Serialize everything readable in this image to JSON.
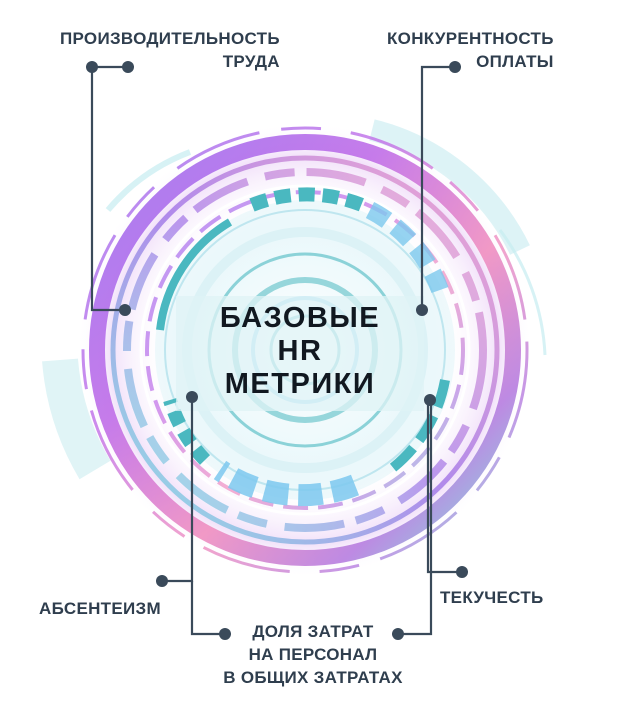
{
  "title": {
    "line1": "БАЗОВЫЕ",
    "line2": "HR",
    "line3": "МЕТРИКИ"
  },
  "metrics": {
    "productivity": {
      "line1": "ПРОИЗВОДИТЕЛЬНОСТЬ",
      "line2": "ТРУДА"
    },
    "pay_competitiveness": {
      "line1": "КОНКУРЕНТНОСТЬ",
      "line2": "ОПЛАТЫ"
    },
    "absenteeism": {
      "line1": "АБСЕНТЕИЗМ"
    },
    "turnover": {
      "line1": "ТЕКУЧЕСТЬ"
    },
    "personnel_cost_share": {
      "line1": "ДОЛЯ ЗАТРАТ",
      "line2": "НА ПЕРСОНАЛ",
      "line3": "В ОБЩИХ ЗАТРАТАХ"
    }
  },
  "colors": {
    "connector": "#3a4a5a",
    "ring_purple": "#a86de6",
    "ring_pink": "#f08fc0",
    "ring_teal": "#6fe0d8",
    "inner_teal": "#4ab8c0",
    "inner_blue": "#7cc8ee"
  }
}
